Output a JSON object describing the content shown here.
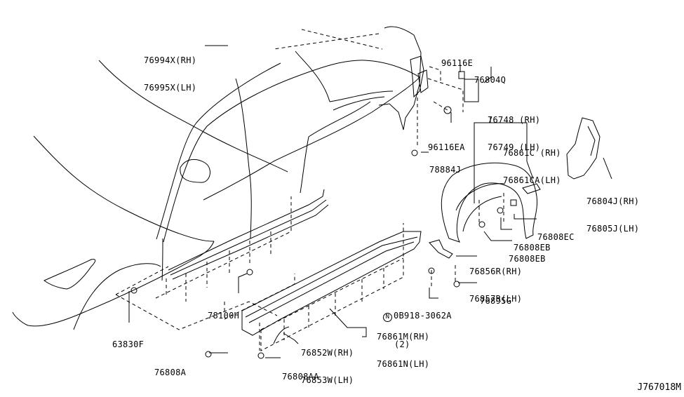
{
  "diagram": {
    "type": "parts-exploded-view",
    "diagram_id": "J767018M",
    "line_color": "#000000",
    "background": "#ffffff"
  },
  "parts": [
    {
      "id": "hinge",
      "lines": [
        "76994X(RH)",
        "76995X(LH)"
      ]
    },
    {
      "id": "grommet-e",
      "lines": [
        "96116E"
      ]
    },
    {
      "id": "bracket-q",
      "lines": [
        "76804Q"
      ]
    },
    {
      "id": "grommet-ea",
      "lines": [
        "96116EA"
      ]
    },
    {
      "id": "clip-j",
      "lines": [
        "78884J"
      ]
    },
    {
      "id": "protector",
      "lines": [
        "76748 (RH)",
        "76749 (LH)"
      ]
    },
    {
      "id": "protector-c",
      "lines": [
        "76861C (RH)",
        "76861CA(LH)"
      ]
    },
    {
      "id": "bracket-j",
      "lines": [
        "76804J(RH)",
        "76805J(LH)"
      ]
    },
    {
      "id": "clip-ec",
      "lines": [
        "76808EC"
      ]
    },
    {
      "id": "clip-eb-1",
      "lines": [
        "76808EB"
      ]
    },
    {
      "id": "clip-eb-2",
      "lines": [
        "76808EB"
      ]
    },
    {
      "id": "bracket-r",
      "lines": [
        "76856R(RH)",
        "76857R(LH)"
      ]
    },
    {
      "id": "clip-g",
      "lines": [
        "76895G"
      ]
    },
    {
      "id": "nut-n",
      "lines": [
        "0B918-3062A",
        "(2)"
      ],
      "prefix_symbol": "N"
    },
    {
      "id": "sill-cover",
      "lines": [
        "76861M(RH)",
        "76861N(LH)"
      ]
    },
    {
      "id": "mudguard",
      "lines": [
        "76852W(RH)",
        "76853W(LH)"
      ]
    },
    {
      "id": "clip-h",
      "lines": [
        "78100H"
      ]
    },
    {
      "id": "grommet-f",
      "lines": [
        "63830F"
      ]
    },
    {
      "id": "screw-a",
      "lines": [
        "76808A"
      ]
    },
    {
      "id": "screw-aa",
      "lines": [
        "76808AA"
      ]
    }
  ]
}
